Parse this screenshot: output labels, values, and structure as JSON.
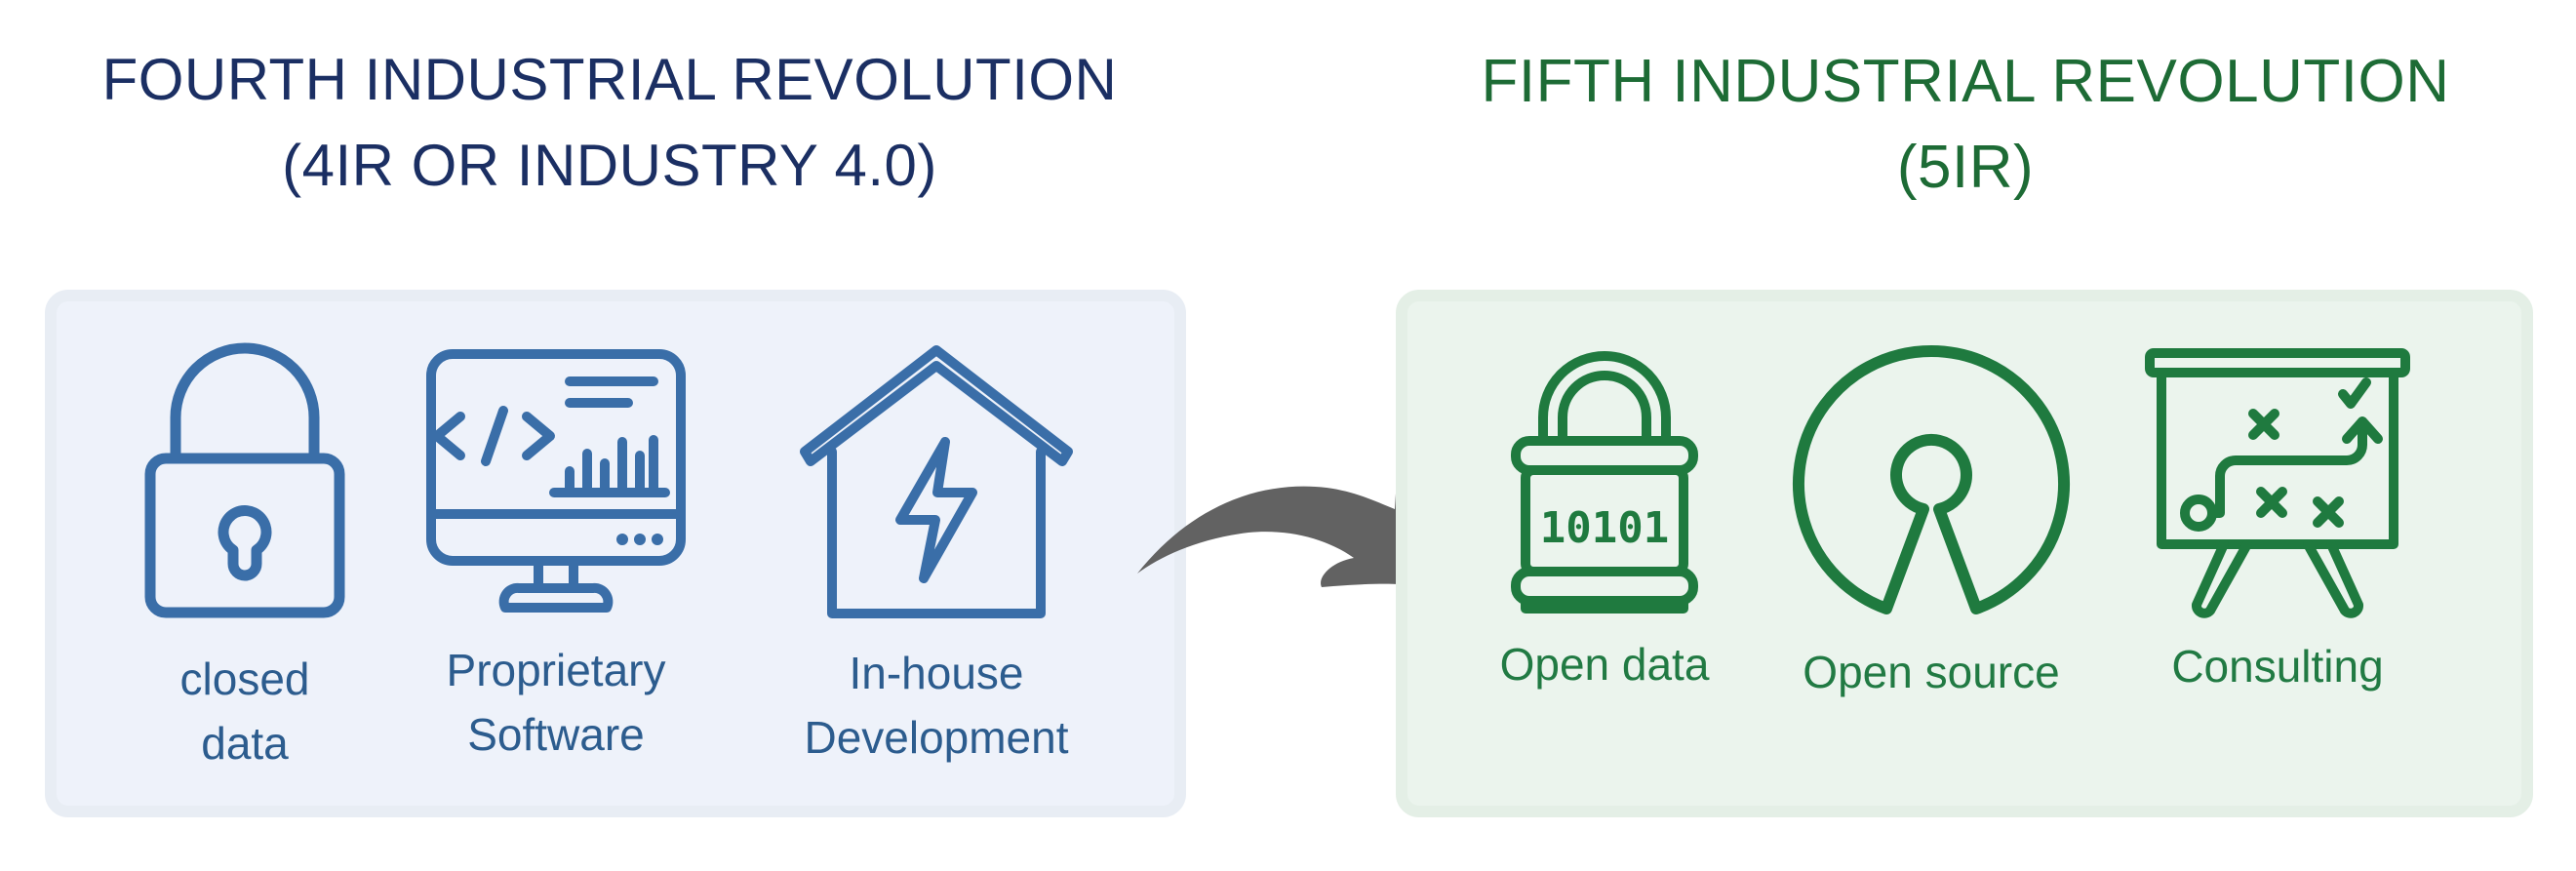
{
  "left": {
    "title_line1": "FOURTH INDUSTRIAL REVOLUTION",
    "title_line2": "(4IR OR INDUSTRY 4.0)",
    "title_color": "#1b2f63",
    "icon_color": "#3a6ea8",
    "items": [
      {
        "icon": "lock-icon",
        "label_line1": "closed",
        "label_line2": "data"
      },
      {
        "icon": "monitor-code-icon",
        "label_line1": "Proprietary",
        "label_line2": "Software"
      },
      {
        "icon": "house-lightning-icon",
        "label_line1": "In-house",
        "label_line2": "Development"
      }
    ]
  },
  "right": {
    "title_line1": "FIFTH INDUSTRIAL REVOLUTION",
    "title_line2": "(5IR)",
    "title_color": "#1d6b35",
    "icon_color": "#1f7a3f",
    "items": [
      {
        "icon": "open-lock-binary-icon",
        "label": "Open data",
        "binary_text": "10101"
      },
      {
        "icon": "open-source-icon",
        "label": "Open source"
      },
      {
        "icon": "strategy-board-icon",
        "label": "Consulting"
      }
    ]
  },
  "arrow": {
    "icon": "curved-arrow-icon",
    "color": "#626262"
  }
}
